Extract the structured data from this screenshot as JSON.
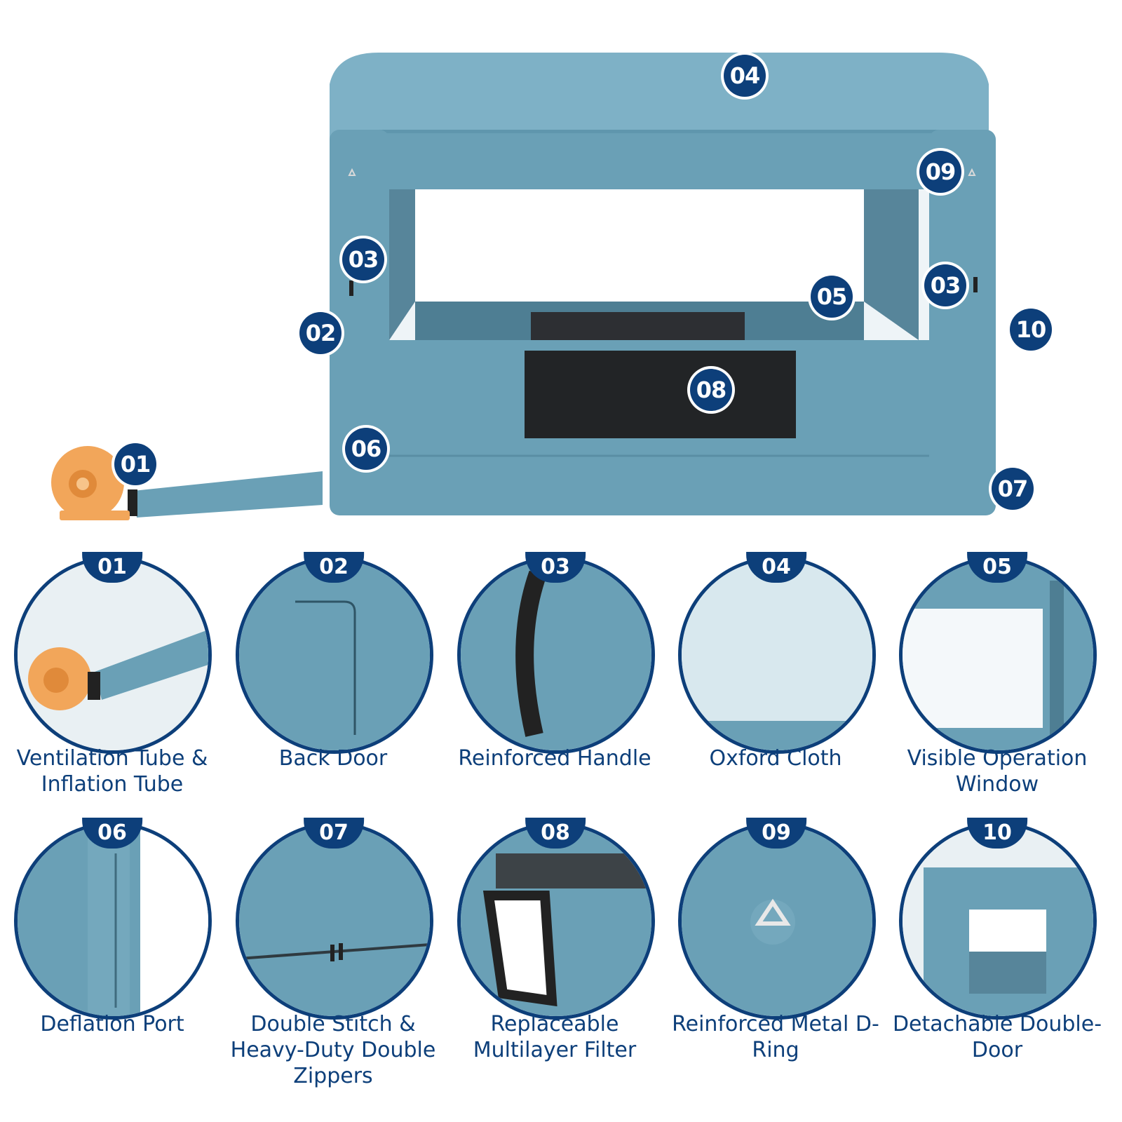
{
  "colors": {
    "accent": "#0d3f7a",
    "tent": "#6aa0b6",
    "blower": "#f2a65a"
  },
  "hero_badges": [
    "04",
    "09",
    "03",
    "03",
    "05",
    "02",
    "10",
    "08",
    "06",
    "01",
    "07"
  ],
  "features": [
    {
      "num": "01",
      "label": "Ventilation Tube & Inflation Tube",
      "icon": "blower-tube-icon"
    },
    {
      "num": "02",
      "label": "Back Door",
      "icon": "back-door-icon"
    },
    {
      "num": "03",
      "label": "Reinforced Handle",
      "icon": "handle-strap-icon"
    },
    {
      "num": "04",
      "label": "Oxford Cloth",
      "icon": "fabric-icon"
    },
    {
      "num": "05",
      "label": "Visible Operation Window",
      "icon": "window-icon"
    },
    {
      "num": "06",
      "label": "Deflation Port",
      "icon": "deflation-port-icon"
    },
    {
      "num": "07",
      "label": "Double Stitch & Heavy-Duty Double Zippers",
      "icon": "zipper-icon"
    },
    {
      "num": "08",
      "label": "Replaceable Multilayer Filter",
      "icon": "filter-icon"
    },
    {
      "num": "09",
      "label": "Reinforced Metal D-Ring",
      "icon": "d-ring-icon"
    },
    {
      "num": "10",
      "label": "Detachable Double-Door",
      "icon": "tent-door-icon"
    }
  ]
}
